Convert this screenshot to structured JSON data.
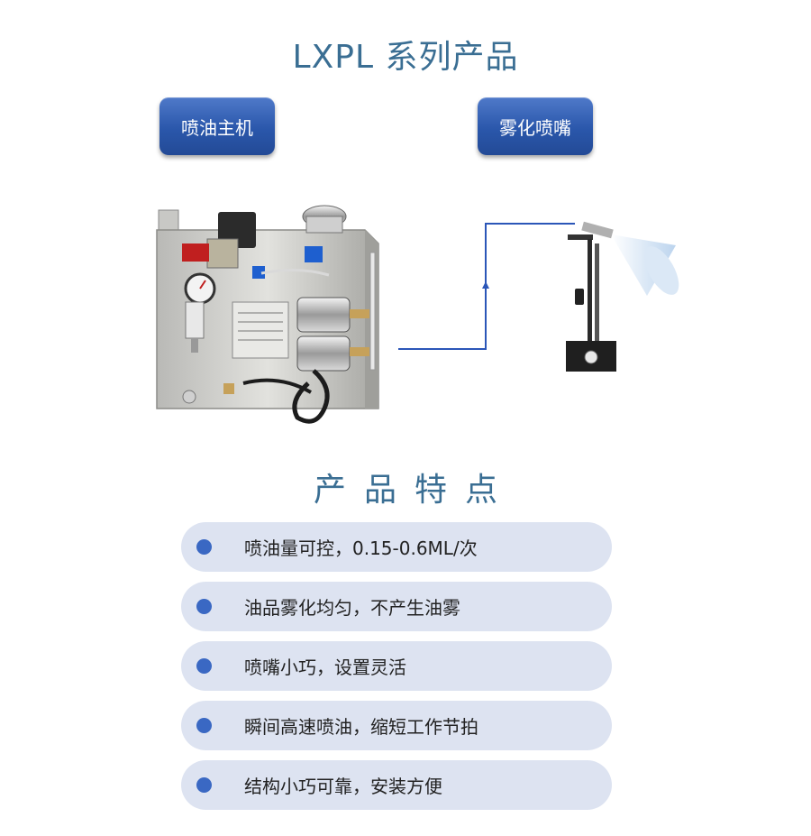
{
  "title": "LXPL 系列产品",
  "labels": {
    "left": "喷油主机",
    "right": "雾化喷嘴"
  },
  "section_title": "产品特点",
  "features": [
    "喷油量可控，0.15-0.6ML/次",
    "油品雾化均匀，不产生油雾",
    "喷嘴小巧，设置灵活",
    "瞬间高速喷油，缩短工作节拍",
    "结构小巧可靠，安装方便"
  ],
  "colors": {
    "title": "#3a6e93",
    "label_button": "#2a57ab",
    "feature_bg": "#dde3f1",
    "bullet": "#3a68c3",
    "connector": "#2b56b8"
  },
  "illustrations": {
    "left": "oil-injection-unit",
    "right": "atomizing-nozzle-on-magnetic-stand"
  }
}
